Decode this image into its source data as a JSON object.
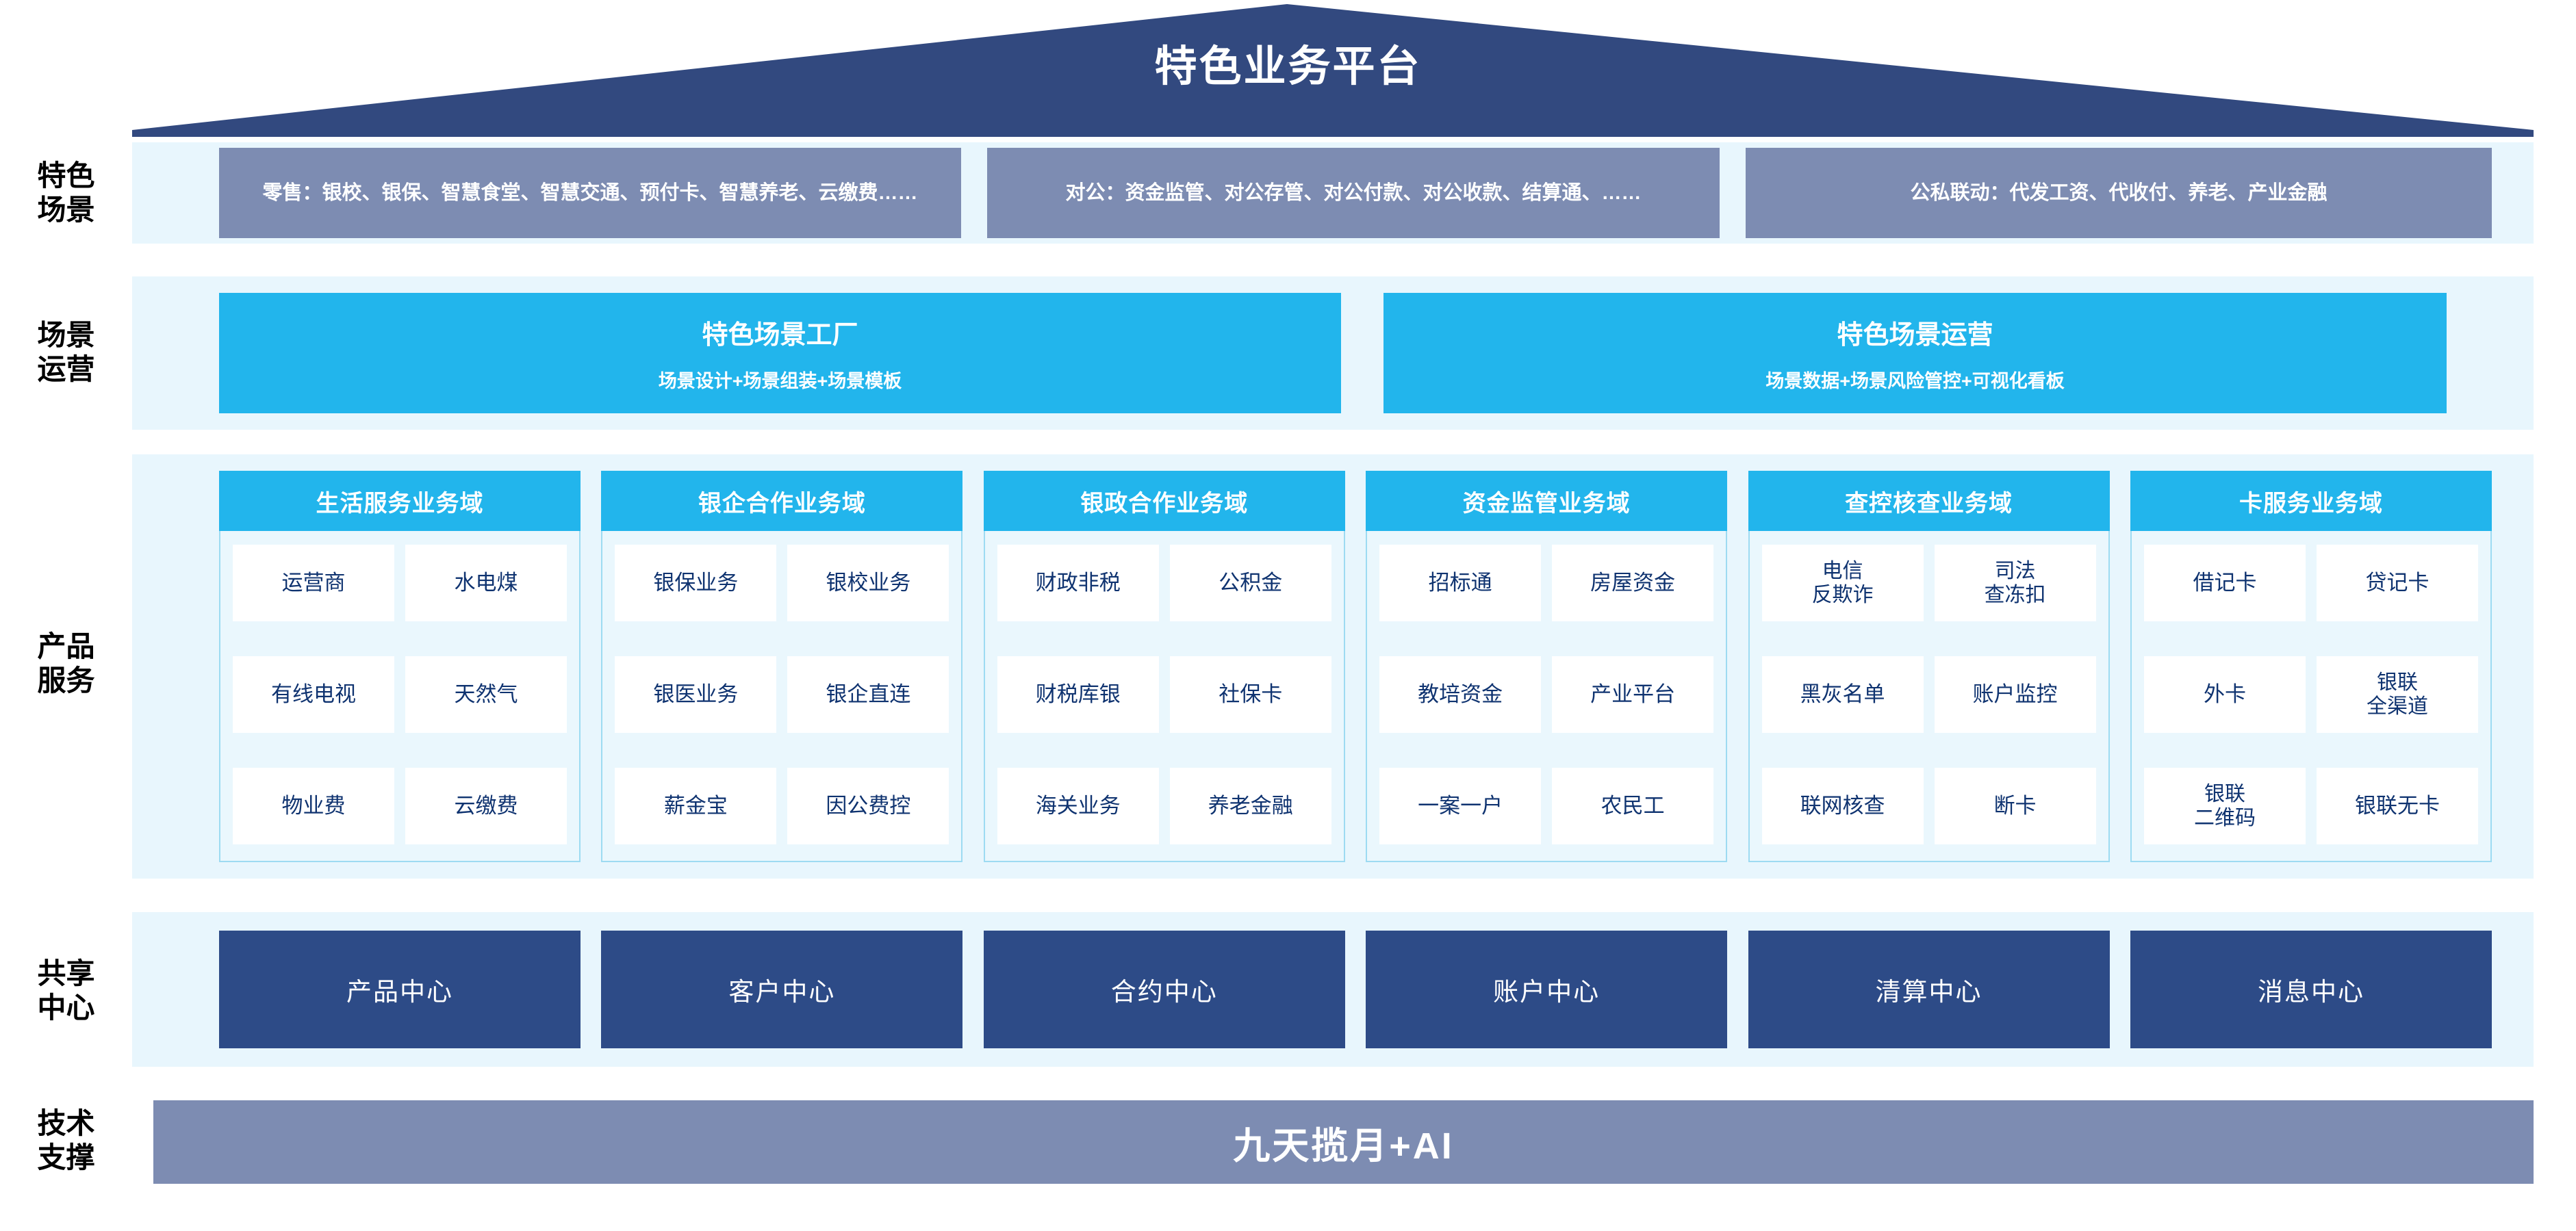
{
  "header": {
    "title": "特色业务平台",
    "roof_color": "#32497f"
  },
  "row_labels": {
    "scene": "特色\n场景",
    "ops": "场景\n运营",
    "product": "产品\n服务",
    "shared": "共享\n中心",
    "tech": "技术\n支撑"
  },
  "scenarios": [
    {
      "name": "retail",
      "text": "零售：银校、银保、智慧食堂、智慧交通、预付卡、智慧养老、云缴费……"
    },
    {
      "name": "corporate",
      "text": "对公：资金监管、对公存管、对公付款、对公收款、结算通、……"
    },
    {
      "name": "public-private",
      "text": "公私联动：代发工资、代收付、养老、产业金融"
    }
  ],
  "scene_operation": [
    {
      "title": "特色场景工厂",
      "subtitle": "场景设计+场景组装+场景模板"
    },
    {
      "title": "特色场景运营",
      "subtitle": "场景数据+场景风险管控+可视化看板"
    }
  ],
  "product_domains": [
    {
      "title": "生活服务业务域",
      "rows": [
        [
          "运营商",
          "水电煤"
        ],
        [
          "有线电视",
          "天然气"
        ],
        [
          "物业费",
          "云缴费"
        ]
      ]
    },
    {
      "title": "银企合作业务域",
      "rows": [
        [
          "银保业务",
          "银校业务"
        ],
        [
          "银医业务",
          "银企直连"
        ],
        [
          "薪金宝",
          "因公费控"
        ]
      ]
    },
    {
      "title": "银政合作业务域",
      "rows": [
        [
          "财政非税",
          "公积金"
        ],
        [
          "财税库银",
          "社保卡"
        ],
        [
          "海关业务",
          "养老金融"
        ]
      ]
    },
    {
      "title": "资金监管业务域",
      "rows": [
        [
          "招标通",
          "房屋资金"
        ],
        [
          "教培资金",
          "产业平台"
        ],
        [
          "一案一户",
          "农民工"
        ]
      ]
    },
    {
      "title": "查控核查业务域",
      "rows": [
        [
          "电信\n反欺诈",
          "司法\n查冻扣"
        ],
        [
          "黑灰名单",
          "账户监控"
        ],
        [
          "联网核查",
          "断卡"
        ]
      ]
    },
    {
      "title": "卡服务业务域",
      "rows": [
        [
          "借记卡",
          "贷记卡"
        ],
        [
          "外卡",
          "银联\n全渠道"
        ],
        [
          "银联\n二维码",
          "银联无卡"
        ]
      ]
    }
  ],
  "shared_centers": [
    "产品中心",
    "客户中心",
    "合约中心",
    "账户中心",
    "清算中心",
    "消息中心"
  ],
  "tech_support": {
    "label": "九天揽月+AI"
  },
  "colors": {
    "roof": "#32497f",
    "band": "#e8f6fd",
    "scenario_box": "#7d8cb2",
    "cyan": "#22b5ec",
    "navy": "#2d4b87",
    "cell_text": "#0f3370",
    "panel_border": "#9ddbf2"
  }
}
